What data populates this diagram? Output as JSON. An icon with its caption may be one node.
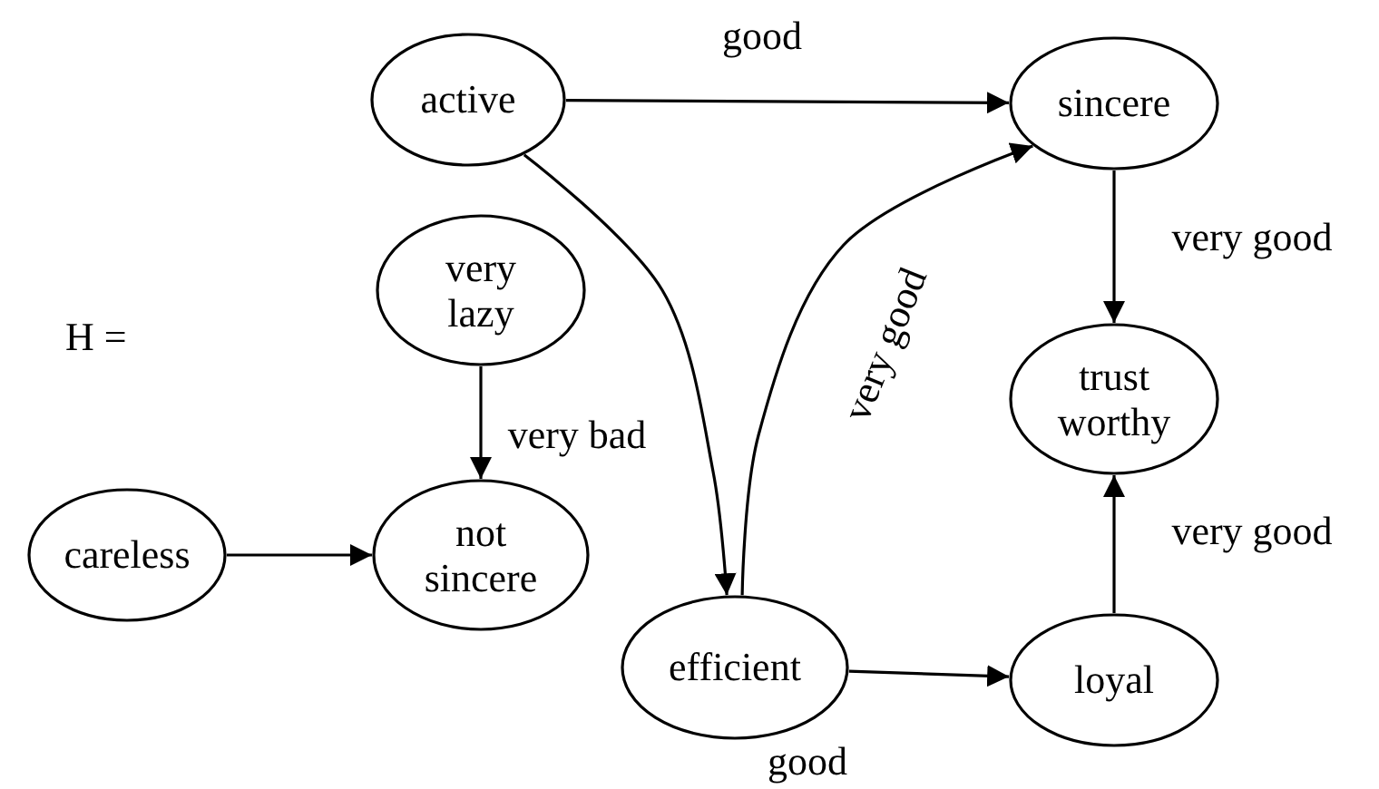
{
  "diagram": {
    "nodes": [
      {
        "text": [
          "active"
        ]
      },
      {
        "text": [
          "sincere"
        ]
      },
      {
        "text": [
          "very lazy"
        ]
      },
      {
        "text": [
          "trust worthy"
        ]
      },
      {
        "text": [
          "careless"
        ]
      },
      {
        "text": [
          "not sincere"
        ]
      },
      {
        "text": [
          "efficient"
        ]
      },
      {
        "text": [
          "loyal"
        ]
      }
    ],
    "edges": [
      {
        "from": 0,
        "to": 1,
        "arrow": "to",
        "label": "good"
      },
      {
        "from": 0,
        "to": 6,
        "arrow": "to"
      },
      {
        "from": 6,
        "to": 1,
        "arrow": "to",
        "label": "very good"
      },
      {
        "from": 1,
        "to": 3,
        "arrow": "to",
        "label": "very good"
      },
      {
        "from": 2,
        "to": 5,
        "arrow": "to",
        "label": "very bad"
      },
      {
        "from": 4,
        "to": 5,
        "arrow": "to"
      },
      {
        "from": 6,
        "to": 7,
        "arrow": "to",
        "label": "good"
      },
      {
        "from": 7,
        "to": 3,
        "arrow": "to",
        "label": "very good"
      }
    ],
    "labels": [
      "H ="
    ]
  }
}
